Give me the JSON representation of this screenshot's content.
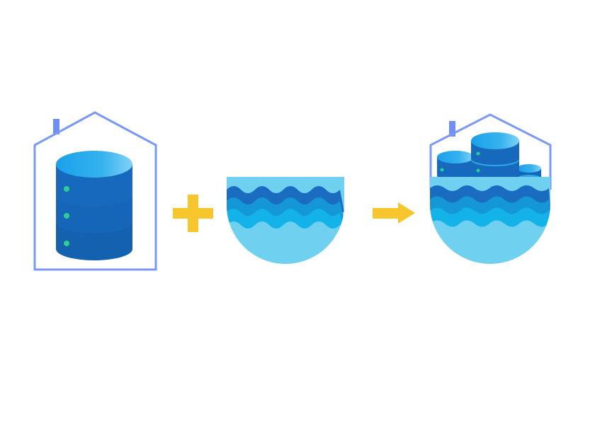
{
  "diagram": {
    "items": [
      {
        "role": "on-premises-database",
        "icon": "house-database-icon"
      },
      {
        "role": "operator",
        "icon": "plus-icon"
      },
      {
        "role": "data-lake",
        "icon": "data-lake-icon"
      },
      {
        "role": "operator",
        "icon": "arrow-right-icon"
      },
      {
        "role": "result",
        "icon": "lakehouse-icon"
      }
    ],
    "colors": {
      "house_outline": "#7a98f5",
      "chimney": "#6f8ff5",
      "db_dark": "#1565b8",
      "db_mid": "#1b7fd0",
      "db_top": "#2ea6ee",
      "db_band": "#2fa9e6",
      "led": "#2bd08f",
      "operator": "#f7c52c",
      "water_dark": "#1a6cc0",
      "water_mid": "#1596d6",
      "water_light": "#13b3ea",
      "water_pale": "#6fd0f0"
    }
  }
}
